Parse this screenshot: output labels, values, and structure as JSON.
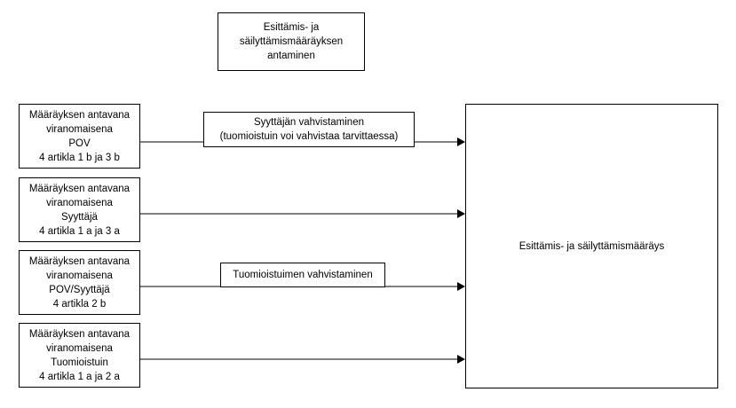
{
  "diagram": {
    "title_box": {
      "lines": [
        "Esittämis- ja",
        "säilyttämismääräyksen",
        "antaminen"
      ]
    },
    "authority_boxes": [
      {
        "lines": [
          "Määräyksen antavana",
          "viranomaisena",
          "POV",
          "4 artikla 1 b ja 3 b"
        ]
      },
      {
        "lines": [
          "Määräyksen antavana",
          "viranomaisena",
          "Syyttäjä",
          "4 artikla 1 a ja 3 a"
        ]
      },
      {
        "lines": [
          "Määräyksen antavana",
          "viranomaisena",
          "POV/Syyttäjä",
          "4 artikla 2 b"
        ]
      },
      {
        "lines": [
          "Määräyksen antavana",
          "viranomaisena",
          "Tuomioistuin",
          "4 artikla 1 a ja 2 a"
        ]
      }
    ],
    "label_boxes": [
      {
        "lines": [
          "Syyttäjän vahvistaminen",
          "(tuomioistuin voi vahvistaa tarvittaessa)"
        ]
      },
      {
        "lines": [
          "Tuomioistuimen vahvistaminen"
        ]
      }
    ],
    "result_box": {
      "text": "Esittämis- ja säilyttämismääräys"
    },
    "colors": {
      "border": "#000000",
      "connector": "#808080",
      "arrowhead": "#000000",
      "background": "#ffffff",
      "text": "#000000"
    }
  }
}
